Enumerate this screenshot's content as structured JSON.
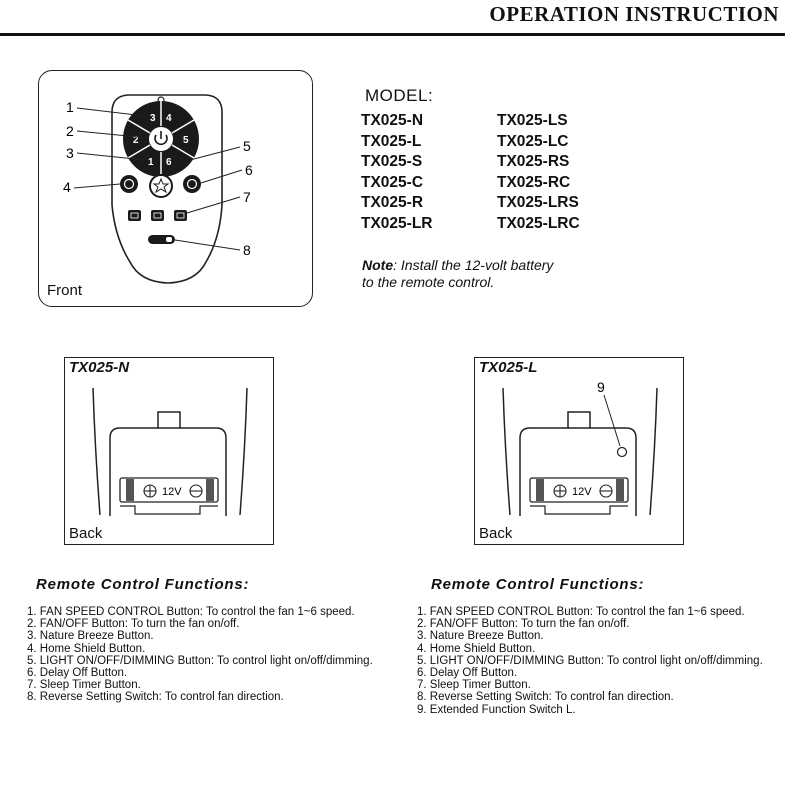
{
  "header": {
    "title": "OPERATION INSTRUCTION"
  },
  "front": {
    "label": "Front",
    "callouts": [
      "1",
      "2",
      "3",
      "4",
      "5",
      "6",
      "7",
      "8"
    ],
    "buttons": {
      "b3": "3",
      "b4": "4",
      "b2": "2",
      "b5": "5",
      "b1": "1",
      "b6": "6"
    }
  },
  "model": {
    "title": "MODEL:",
    "left": [
      "TX025-N",
      "TX025-L",
      "TX025-S",
      "TX025-C",
      "TX025-R",
      "TX025-LR"
    ],
    "right": [
      "TX025-LS",
      "TX025-LC",
      "TX025-RS",
      "TX025-RC",
      "TX025-LRS",
      "TX025-LRC"
    ]
  },
  "note": {
    "label": "Note",
    "text": ": Install the 12-volt battery",
    "text2": "to the remote control."
  },
  "back_left": {
    "title": "TX025-N",
    "label": "Back",
    "battery": "12V"
  },
  "back_right": {
    "title": "TX025-L",
    "label": "Back",
    "battery": "12V",
    "callout": "9"
  },
  "functions_left": {
    "title": "Remote Control Functions:",
    "items": [
      "1. FAN SPEED CONTROL Button: To control the fan 1~6 speed.",
      "2. FAN/OFF Button: To turn the fan on/off.",
      "3. Nature Breeze Button.",
      "4. Home Shield Button.",
      "5. LIGHT ON/OFF/DIMMING Button: To control light on/off/dimming.",
      "6. Delay Off Button.",
      "7. Sleep Timer Button.",
      "8. Reverse Setting Switch: To control fan direction."
    ]
  },
  "functions_right": {
    "title": "Remote Control Functions:",
    "items": [
      "1. FAN SPEED CONTROL Button: To control the fan 1~6 speed.",
      "2. FAN/OFF Button: To turn the fan on/off.",
      "3. Nature Breeze Button.",
      "4. Home Shield Button.",
      "5. LIGHT ON/OFF/DIMMING Button: To control light on/off/dimming.",
      "6. Delay Off Button.",
      "7. Sleep Timer Button.",
      "8. Reverse Setting Switch:  To control fan direction.",
      "9. Extended Function Switch L."
    ]
  }
}
